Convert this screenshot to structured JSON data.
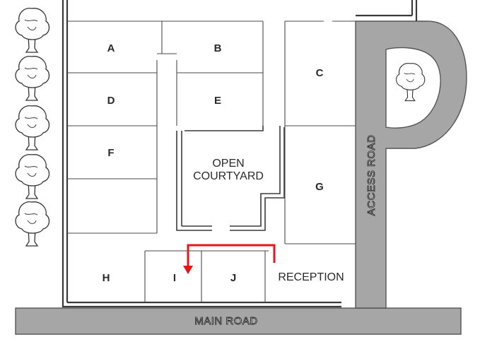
{
  "rooms": {
    "a": "A",
    "b": "B",
    "c": "C",
    "d": "D",
    "e": "E",
    "f": "F",
    "g": "G",
    "h": "H",
    "i": "I",
    "j": "J",
    "reception": "RECEPTION"
  },
  "courtyard": {
    "line1": "OPEN",
    "line2": "COURTYARD"
  },
  "roads": {
    "main": "MAIN ROAD",
    "access": "ACCESS ROAD"
  },
  "colors": {
    "road": "#a6a6a6",
    "road_edge": "#555555",
    "route": "#e8141c",
    "wall": "#3a3a3a"
  },
  "route": {
    "description_icon": "red-route-arrow"
  }
}
